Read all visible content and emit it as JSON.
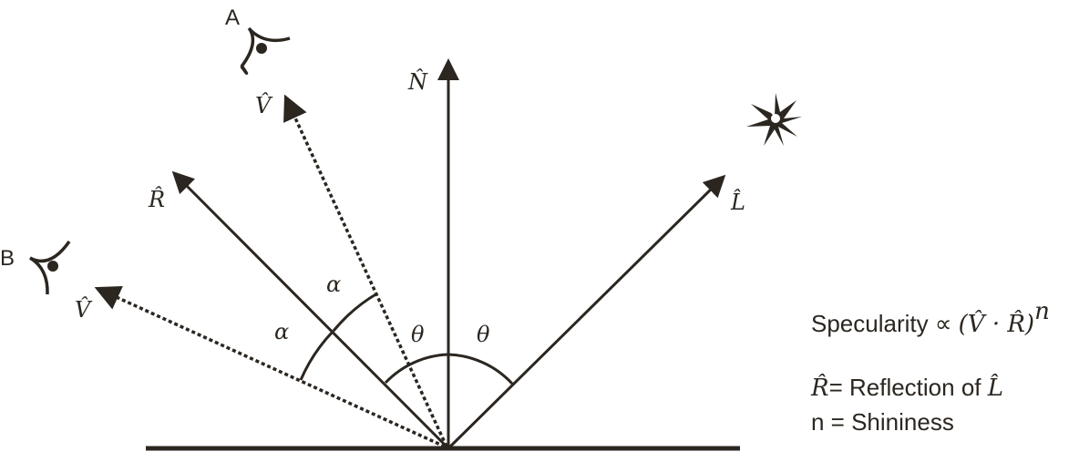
{
  "colors": {
    "ink": "#2b2620",
    "background": "#ffffff"
  },
  "labels": {
    "normal": "N̂",
    "light": "L̂",
    "reflection": "R̂",
    "view_a": "V̂",
    "view_b": "V̂",
    "viewer_a": "A",
    "viewer_b": "B",
    "alpha": "α",
    "theta": "θ"
  },
  "icons": {
    "viewer_a": "eye-icon",
    "viewer_b": "eye-icon",
    "light_source": "star-burst-icon"
  },
  "formula": {
    "line1_text": "Specularity ∝ ",
    "line1_math": "(V̂ · R̂)",
    "line1_exp": "n",
    "line2_math": "R̂",
    "line2_text": "= Reflection of ",
    "line2_math2": "L̂",
    "line3_text": "n = Shininess"
  }
}
